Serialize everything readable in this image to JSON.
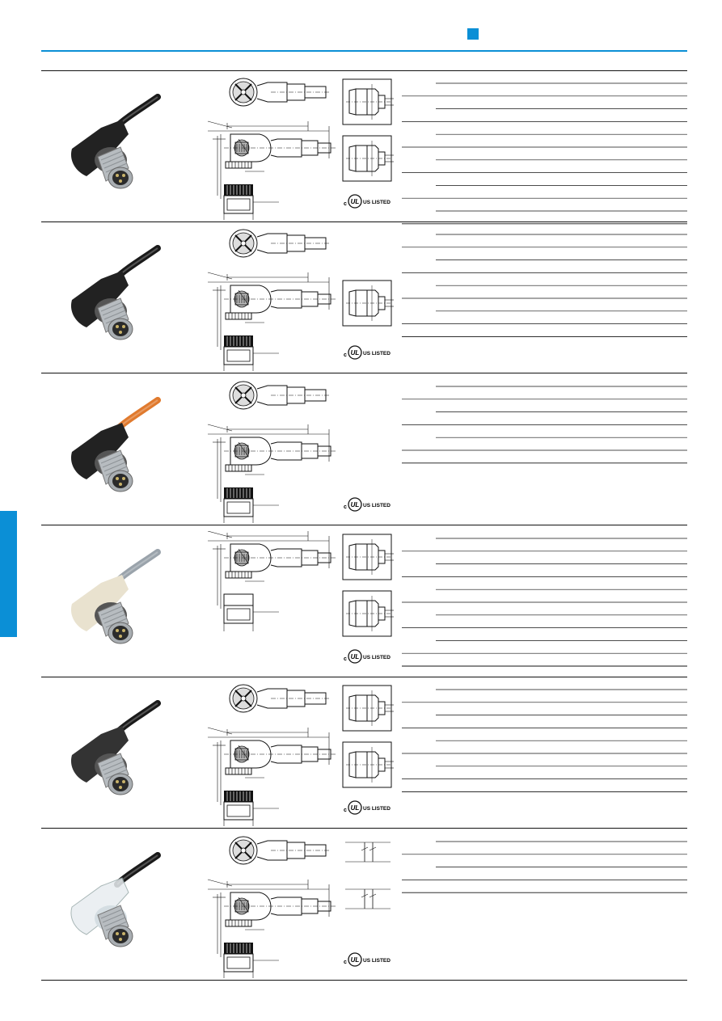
{
  "header": {
    "accent_color": "#0b8fd6",
    "rule_color": "#0b8fd6",
    "tab_color": "#0b8fd6"
  },
  "approval_mark": {
    "c_text": "c",
    "ul_text": "UL",
    "listed_text": "US LISTED"
  },
  "products": [
    {
      "cable_color": "#1a1a1a",
      "body_color": "#222222",
      "wiring_diagrams": 2,
      "spec_rule_count": 11,
      "has_front_view": true
    },
    {
      "cable_color": "#1a1a1a",
      "body_color": "#222222",
      "wiring_diagrams": 1,
      "spec_rule_count": 8,
      "has_front_view": true
    },
    {
      "cable_color": "#e07a2e",
      "body_color": "#222222",
      "wiring_diagrams": 0,
      "spec_rule_count": 6,
      "has_front_view": true
    },
    {
      "cable_color": "#9aa3ab",
      "body_color": "#e9e2cf",
      "wiring_diagrams": 2,
      "spec_rule_count": 10,
      "has_front_view": false
    },
    {
      "cable_color": "#1a1a1a",
      "body_color": "#333333",
      "wiring_diagrams": 2,
      "spec_rule_count": 8,
      "has_front_view": true
    },
    {
      "cable_color": "#1a1a1a",
      "body_color": "#e8edf0",
      "wiring_diagrams": 2,
      "spec_rule_count": 4,
      "has_front_view": true
    }
  ]
}
